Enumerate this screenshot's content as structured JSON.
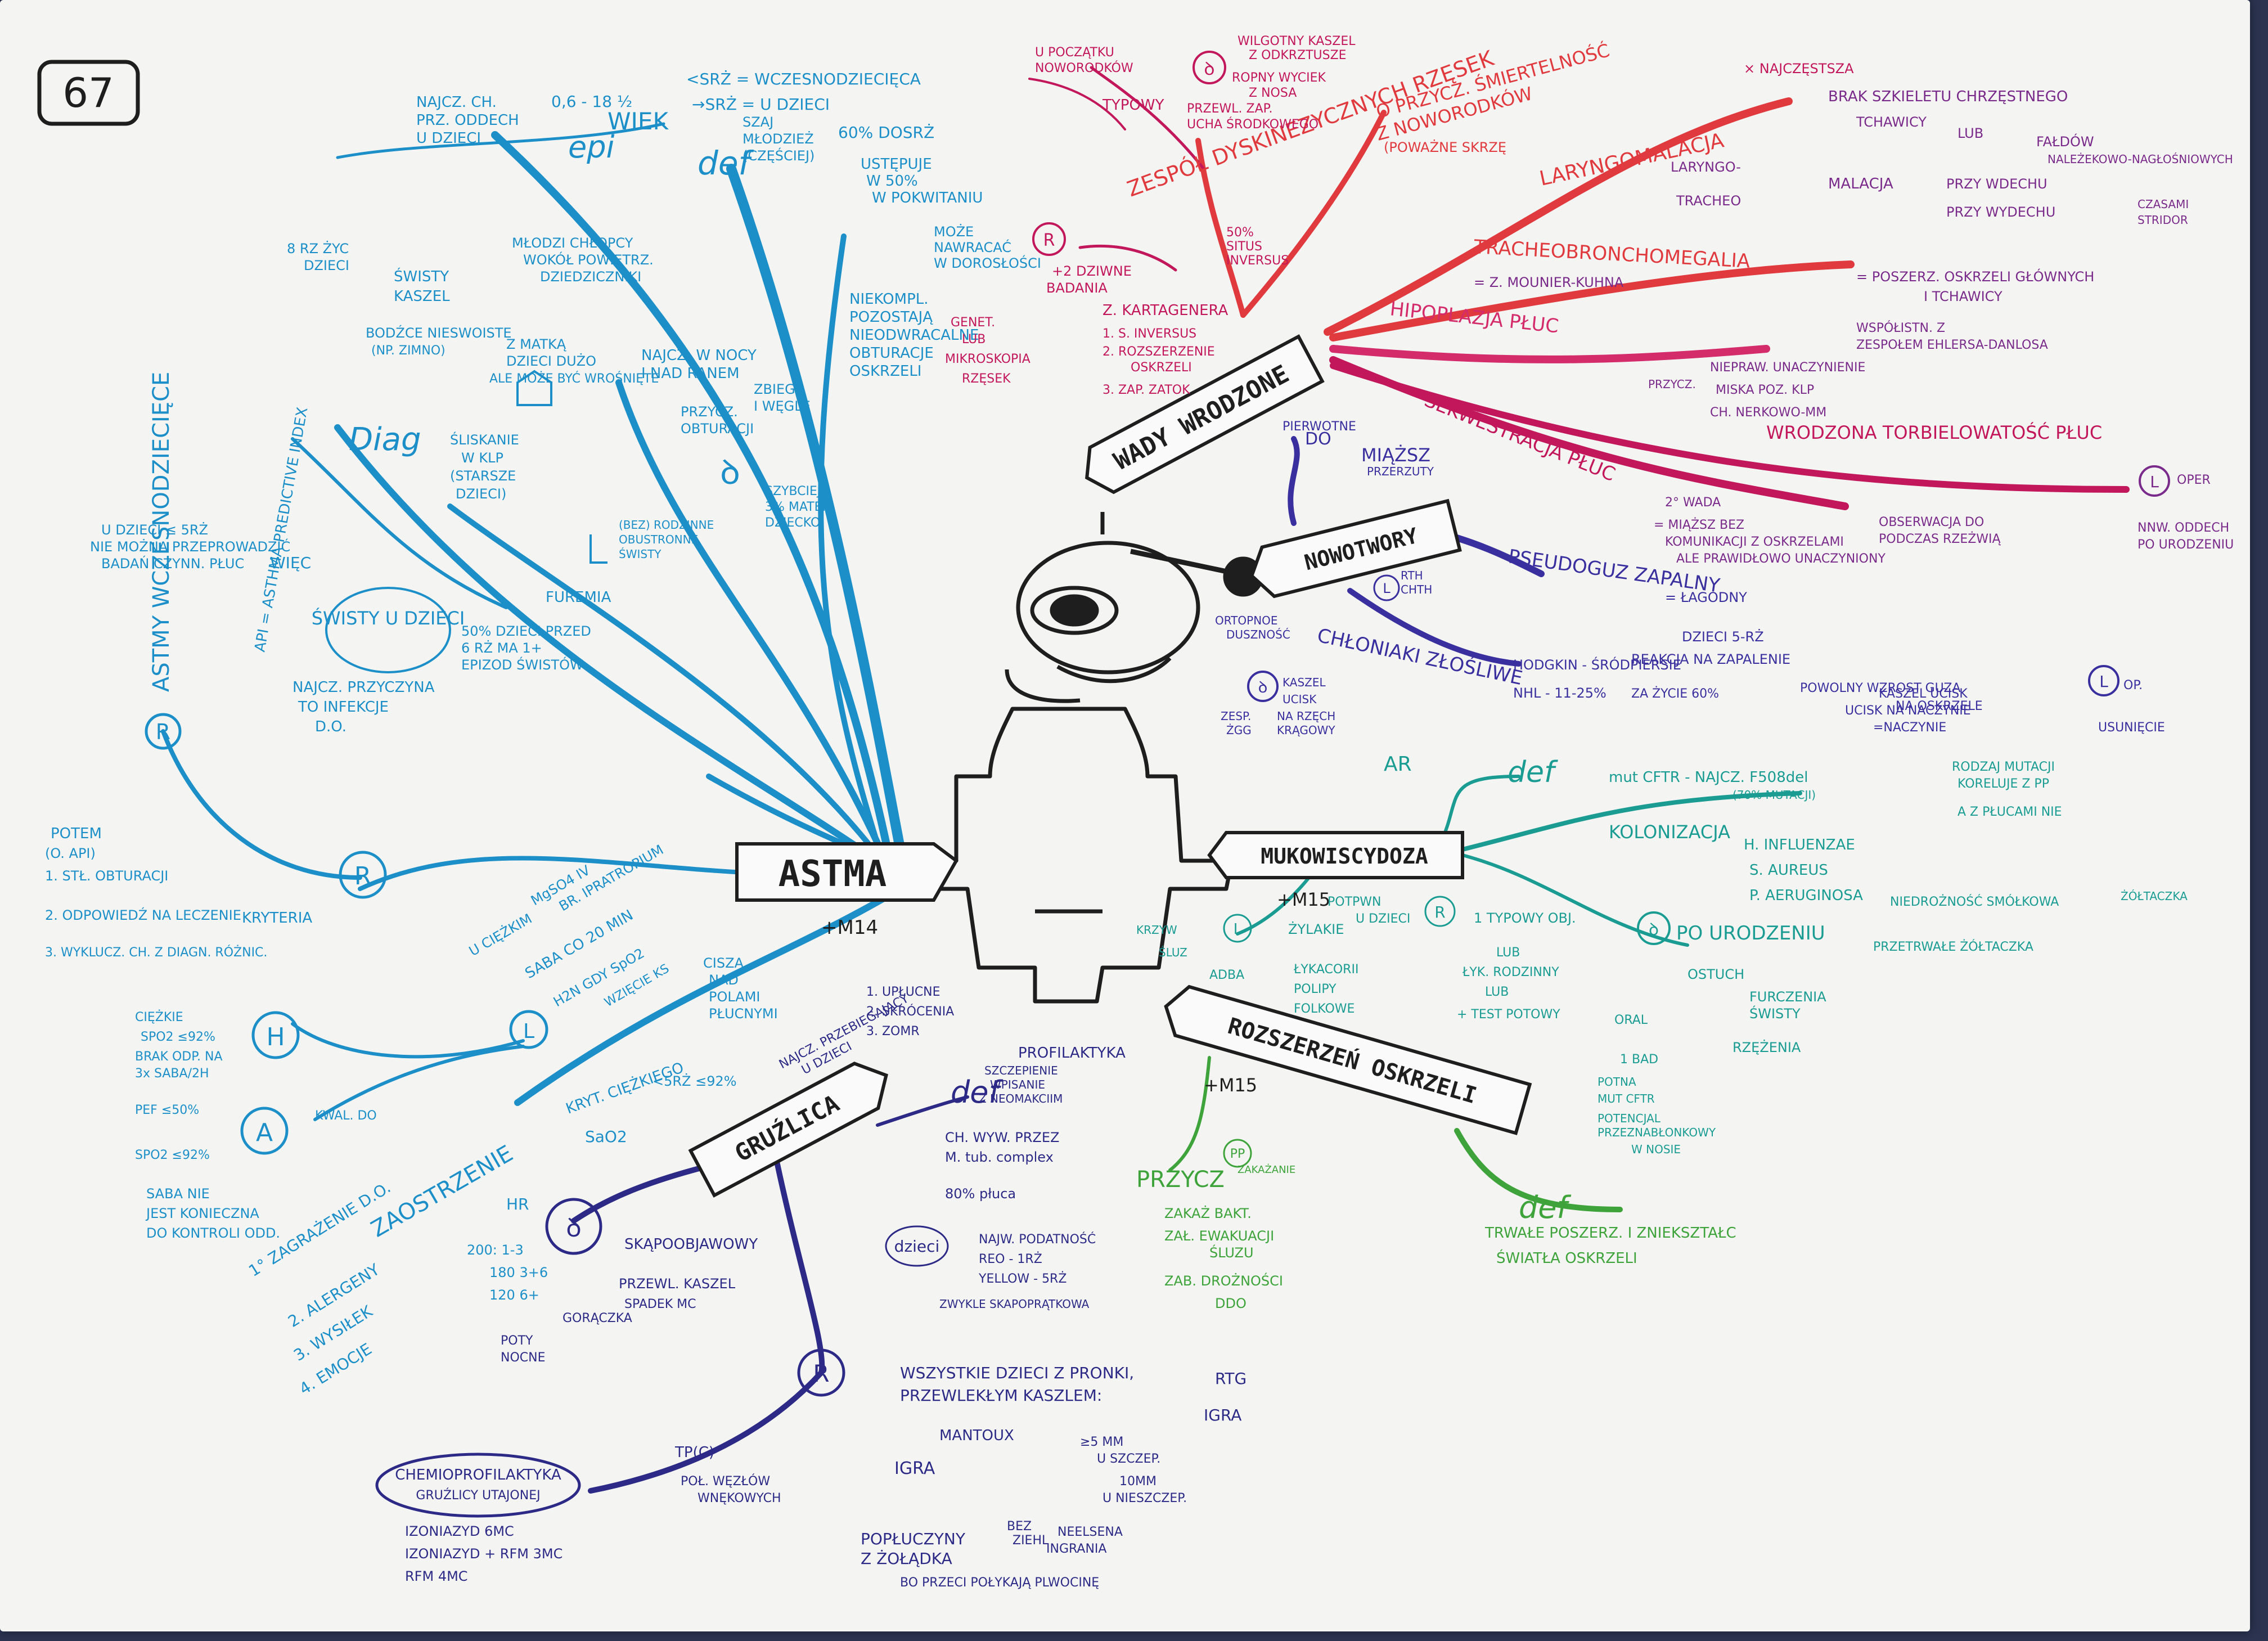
{
  "page_number": "67",
  "colors": {
    "black": "#1e1e1e",
    "astma": "#1c8fc9",
    "wady": "#e0393e",
    "wady_dark": "#c2185b",
    "nowotwory": "#3a2f9e",
    "mukowiscydoza": "#1a9c93",
    "rozszerzenie": "#3da33a",
    "gruzlica": "#2c2a86",
    "purple": "#7a2a8a"
  },
  "icons": [
    "stick-figure-icon",
    "pipe-icon",
    "house-icon"
  ],
  "central_nodes": {
    "astma": "ASTMA",
    "astma_ref": "+M14",
    "wady": "WADY WRODZONE",
    "nowotwory": "NOWOTWORY",
    "mukowiscydoza": "MUKOWISCYDOZA",
    "mukowiscydoza_ref": "+M15",
    "rozszerzenie": "ROZSZERZEŃ OSKRZELI",
    "rozszerzenie_ref": "+M15",
    "gruzlica": "GRUŹLICA"
  },
  "astma": {
    "epi": "epi",
    "def": "def",
    "diag": "Diag",
    "wiek": "WIEK",
    "wiek_range": "0,6 - 18 ½",
    "epi_note": [
      "NAJCZ. CH.",
      "PRZ. ODDECH",
      "U DZIECI"
    ],
    "esrz1": "<SRŻ = WCZESNODZIECIĘCA",
    "esrz2": "→SRŻ = U DZIECI",
    "esrz3": "60% DOSRŻ",
    "esrz4": [
      "SZAJ",
      "MŁODZIEŻ",
      "(CZĘŚCIEJ)"
    ],
    "def_note1": [
      "USTĘPUJE",
      "W 50%",
      "W POKWITANIU"
    ],
    "def_note2": [
      "MOŻE",
      "NAWRACAĆ",
      "W DOROSŁOŚCI"
    ],
    "def_note3": [
      "NIEKOMPL.",
      "POZOSTAJĄ",
      "NIEODWRACALNE",
      "OBTURACJE",
      "OSKRZELI"
    ],
    "diag_items": [
      "ŚWISTY",
      "KASZEL",
      "BODŹCE NIESWOISTE",
      "(NP. ZIMNO)",
      "8 RZ ŻYC",
      "DZIECI"
    ],
    "diag_items2": [
      "MŁODZI CHŁOPCY",
      "WOKÓŁ POWIETRZ.",
      "DZIEDZICZNIKI"
    ],
    "diag_items3": [
      "NAJCZ. W NOCY",
      "I NAD RANEM"
    ],
    "diag_items4": [
      "PRZYCZ.",
      "OBTURACJI",
      "ZBIEGI",
      "I WĘGLE"
    ],
    "diag_items5": [
      "Z MATKĄ",
      "DZIECI DUŻO",
      "ALE MOŻE BYĆ WROŚNIĘTE"
    ],
    "diag_items6": [
      "ŚLISKANIE",
      "W KLP",
      "(STARSZE",
      "DZIECI)"
    ],
    "diag_items7": [
      "SZYBCIEJ",
      "3% MATEK",
      "DZIECKO"
    ],
    "diag_items8": [
      "FUREMIA"
    ],
    "diag_items9": [
      "(BEZ) RODZINNE",
      "OBUSTRONNE",
      "ŚWISTY"
    ],
    "wczesno": "ASTMY WCZESNODZIECIĘCE",
    "wczesno_note": [
      "U DZIECI ≤ 5RŻ",
      "NIE MOŻNA PRZEPROWADZIĆ",
      "BADAŃ CZYNN. PŁUC"
    ],
    "api": "API = ASTHMA PREDICTIVE INDEX",
    "wiec": "WIĘC",
    "swisty": "ŚWISTY U DZIECI",
    "swisty_note": [
      "50% DZIECI PRZED",
      "6 RŻ MA 1+",
      "EPIZOD ŚWISTÓW"
    ],
    "swisty_cause": [
      "NAJCZ. PRZYCZYNA",
      "TO INFEKCJE",
      "D.O."
    ],
    "r_note": [
      "POTEM",
      "(O. API)",
      "1. STŁ. OBTURACJI",
      "2. ODPOWIEDŹ NA LECZENIE",
      "3. WYKLUCZ. CH. Z DIAGN. RÓŻNIC."
    ],
    "kryteria": "KRYTERIA",
    "h_items": [
      "CIĘŻKIE",
      "SPO2 ≤92%",
      "BRAK ODP. NA",
      "3x SABA/2H",
      "PEF ≤50%",
      "SPO2 ≤92%"
    ],
    "h_label": "H",
    "a_label": "A",
    "a_note": "KWAL. DO",
    "saba_note": [
      "SABA NIE",
      "JEST KONIECZNA",
      "DO KONTROLI ODD."
    ],
    "zaostrzenie": "ZAOSTRZENIE",
    "zaostrz_items": [
      "1° ZAGRAŻENIE D.O.",
      "2. ALERGENY",
      "3. WYSIŁEK",
      "4. EMOCJE"
    ],
    "l_items": [
      "U CIĘŻKIM",
      "MgSO4 IV",
      "BR. IPRATROPIUM",
      "SABA CO 20 MIN",
      "H2N GDY SpO2",
      "WZIĘCIE KS"
    ],
    "ciezkie": [
      "CISZA",
      "NAD",
      "POLAMI",
      "PŁUCNYMI"
    ],
    "krzywe": "KRYT. CIĘŻKIEGO",
    "sao2": "SaO2",
    "mask": "<5RŻ ≤92%"
  },
  "wady": {
    "zespol": "ZESPÓŁ DYSKINEZYCZNYCH RZĘSEK",
    "zespol_top": [
      "U POCZĄTKU",
      "NOWORODKÓW"
    ],
    "typowy": "TYPOWY",
    "typ_items": [
      "WILGOTNY KASZEL",
      "Z ODKRZTUSZE",
      "ROPNY WYCIEK",
      "Z NOSA"
    ],
    "przewl": [
      "PRZEWL. ZAP.",
      "UCHA ŚRODKOWEGO"
    ],
    "r_note": [
      "+2 DZIWNE",
      "BADANIA"
    ],
    "kart": "Z. KARTAGENERA",
    "kart_items": [
      "1. S. INVERSUS",
      "2. ROZSZERZENIE",
      "OSKRZELI",
      "3. ZAP. ZATOK"
    ],
    "sinus": [
      "50%",
      "SITUS",
      "INVERSUS"
    ],
    "gen": [
      "GENET.",
      "LUB",
      "MIKROSKOPIA",
      "RZĘSEK"
    ],
    "przycz": [
      "O PRZYCZ. ŚMIERTELNOŚĆ",
      "Z NOWORODKÓW",
      "(POWAŻNE SKRZĘ"
    ],
    "laryngo": "LARYNGOMALACJA",
    "laryngo_top": "× NAJCZĘSTSZA",
    "laryngo_items": [
      "BRAK SZKIELETU CHRZĘSTNEGO",
      "TCHAWICY",
      "LUB",
      "FAŁDÓW",
      "NALEŻEKOWO-NAGŁOŚNIOWYCH",
      "LARYNGO-",
      "TRACHEO",
      "MALACJA",
      "PRZY WDECHU",
      "PRZY WYDECHU",
      "CZASAMI",
      "STRIDOR"
    ],
    "tracheo": "TRACHEOBRONCHOMEGALIA",
    "tracheo_items": [
      "= Z. MOUNIER-KUHNA",
      "= POSZERZ. OSKRZELI GŁÓWNYCH",
      "I TCHAWICY",
      "WSPÓŁISTN. Z",
      "ZESPOŁEM EHLERSA-DANLOSA"
    ],
    "hipo": "HIPOPLAZJA PŁUC",
    "hipo_items": [
      "PRZYCZ.",
      "NIEPRAW. UNACZYNIENIE",
      "MISKA POZ. KLP",
      "CH. NERKOWO-MM"
    ],
    "sekw": "SEKWESTRACJA PŁUC",
    "sekw_items": [
      "2° WADA",
      "= MIĄŻSZ BEZ",
      "KOMUNIKACJI Z OSKRZELAMI",
      "ALE PRAWIDŁOWO UNACZYNIONY"
    ],
    "torbiel": "WRODZONA TORBIELOWATOŚĆ PŁUC",
    "torbiel_items": [
      "OBSERWACJA DO",
      "PODCZAS RZEŻWIĄ",
      "NNW. ODDECH",
      "PO URODZENIU",
      "OPER"
    ]
  },
  "nowotwory": {
    "mias": [
      "PIERWOTNE",
      "DO",
      "MIĄŻSZ",
      "PRZERZUTY"
    ],
    "pseudoguz": "PSEUDOGUZ ZAPALNY",
    "pseudo_items": [
      "= ŁAGODNY",
      "DZIECI 5-RŻ",
      "REAKCJA NA ZAPALENIE",
      "POWOLNY WZROST GUZA",
      "UCISK NA NACZYNIE"
    ],
    "chlon": "CHŁONIAKI ZŁOŚLIWE",
    "chlon_items": [
      "HODGKIN - ŚRÓDPIERSIE",
      "NHL - 11-25%",
      "ZA ŻYCIE 60%"
    ],
    "kaszel": [
      "KASZEL",
      "UCISK",
      "NA RZĘCH",
      "KRĄGOWY"
    ],
    "ortop": [
      "ORTOPNOE",
      "DUSZNOŚĆ"
    ],
    "zesp": [
      "ZESP.",
      "ŻGG"
    ],
    "rth": [
      "RTH",
      "CHTH"
    ],
    "right": [
      "KASZEL UCISK",
      "NA OSKRZELE",
      "=NACZYNIE",
      "OP.",
      "USUNIĘCIE"
    ]
  },
  "mukowiscydoza": {
    "ar": "AR",
    "def": "def",
    "def_note": "mut CFTR - NAJCZ. F508del",
    "def_note2": "(70% MUTACJI)",
    "kolonizacja": "KOLONIZACJA",
    "kol_items": [
      "H. INFLUENZAE",
      "S. AUREUS",
      "P. AERUGINOSA"
    ],
    "rodzaj": [
      "RODZAJ MUTACJI",
      "KORELUJE Z PP",
      "A Z PŁUCAMI NIE"
    ],
    "po_urodzeniu": "PO URODZENIU",
    "po_items": [
      "NIEDROŻNOŚĆ SMÓŁKOWA",
      "PRZETRWAŁE ŻÓŁTACZKA",
      "ŻÓŁTACZKA"
    ],
    "items_left": [
      "KRZYW",
      "ŚLUZ",
      "ADBA",
      "ŻYLAKIE",
      "POTPWN",
      "U DZIECI",
      "ŁYKACORII",
      "POLIPY",
      "FOLKOWE"
    ],
    "items_r": [
      "1 TYPOWY OBJ.",
      "LUB",
      "ŁYK. RODZINNY",
      "LUB",
      "+ TEST POTOWY"
    ],
    "ostuch": [
      "OSTUCH",
      "FURCZENIA",
      "ŚWISTY",
      "RZĘŻENIA"
    ],
    "oral": [
      "ORAL",
      "1 BAD",
      "POTNA",
      "MUT CFTR",
      "POTENCJAL",
      "PRZEZNABŁONKOWY",
      "W NOSIE"
    ]
  },
  "rozszerzenie": {
    "przycz": "PRZYCZ",
    "pp": [
      "PP",
      "ZAKAŻANIE"
    ],
    "items": [
      "ZAKAŻ BAKT.",
      "ZAŁ. EWAKUACJI",
      "ŚLUZU",
      "ZAB. DROŻNOŚCI",
      "DDO"
    ],
    "def": "def",
    "def_note": [
      "TRWAŁE POSZERZ. I ZNIEKSZTAŁC",
      "ŚWIATŁA OSKRZELI"
    ]
  },
  "gruzlica": {
    "top": [
      "NAJCZ. PRZEBIEGAJĄCY",
      "U DZIECI"
    ],
    "top2": [
      "1. UPŁUCNE",
      "2. SKRÓCENIA",
      "3. ZOMR"
    ],
    "def": "def",
    "def_items": [
      "PROFILAKTYKA",
      "SZCZEPIENIE",
      "WPISANIE",
      "Z NEOMAKCIIM",
      "CH. WYW. PRZEZ",
      "M. tub. complex",
      "80% płuca"
    ],
    "dzieci": "dzieci",
    "dzieci_items": [
      "NAJW. PODATNOŚĆ",
      "REO - 1RŻ",
      "YELLOW - 5RŻ",
      "ZWYKLE SKAPOPRĄTKOWA"
    ],
    "ob_items": [
      "SKĄPOOBJAWOWY",
      "PRZEWL. KASZEL",
      "SPADEK MC",
      "GORĄCZKA",
      "POTY",
      "NOCNE"
    ],
    "hr": [
      "HR",
      "200: 1-3",
      "180 3+6",
      "120 6+"
    ],
    "r_items": [
      "WSZYSTKIE DZIECI Z PRONKI,",
      "PRZEWLEKŁYM KASZLEM:",
      "RTG",
      "IGRA"
    ],
    "mantoux": [
      "MANTOUX",
      "≥5 MM",
      "U SZCZEP.",
      "10MM",
      "U NIESZCZEP."
    ],
    "igra": "IGRA",
    "tpc": [
      "TP(C)",
      "POŁ. WĘZŁÓW",
      "WNĘKOWYCH"
    ],
    "popluczyny": [
      "POPŁUCZYNY",
      "Z ŻOŁĄDKA"
    ],
    "bo": "BO PRZECI POŁYKAJĄ PLWOCINĘ",
    "popl_right": [
      "BEZ",
      "ZIEHL",
      "NEELSENA",
      "INGRANIA"
    ],
    "chemio": [
      "CHEMIOPROFILAKTYKA",
      "GRUŹLICY UTAJONEJ"
    ],
    "chemio_items": [
      "IZONIAZYD 6MC",
      "IZONIAZYD + RFM 3MC",
      "RFM 4MC"
    ]
  }
}
